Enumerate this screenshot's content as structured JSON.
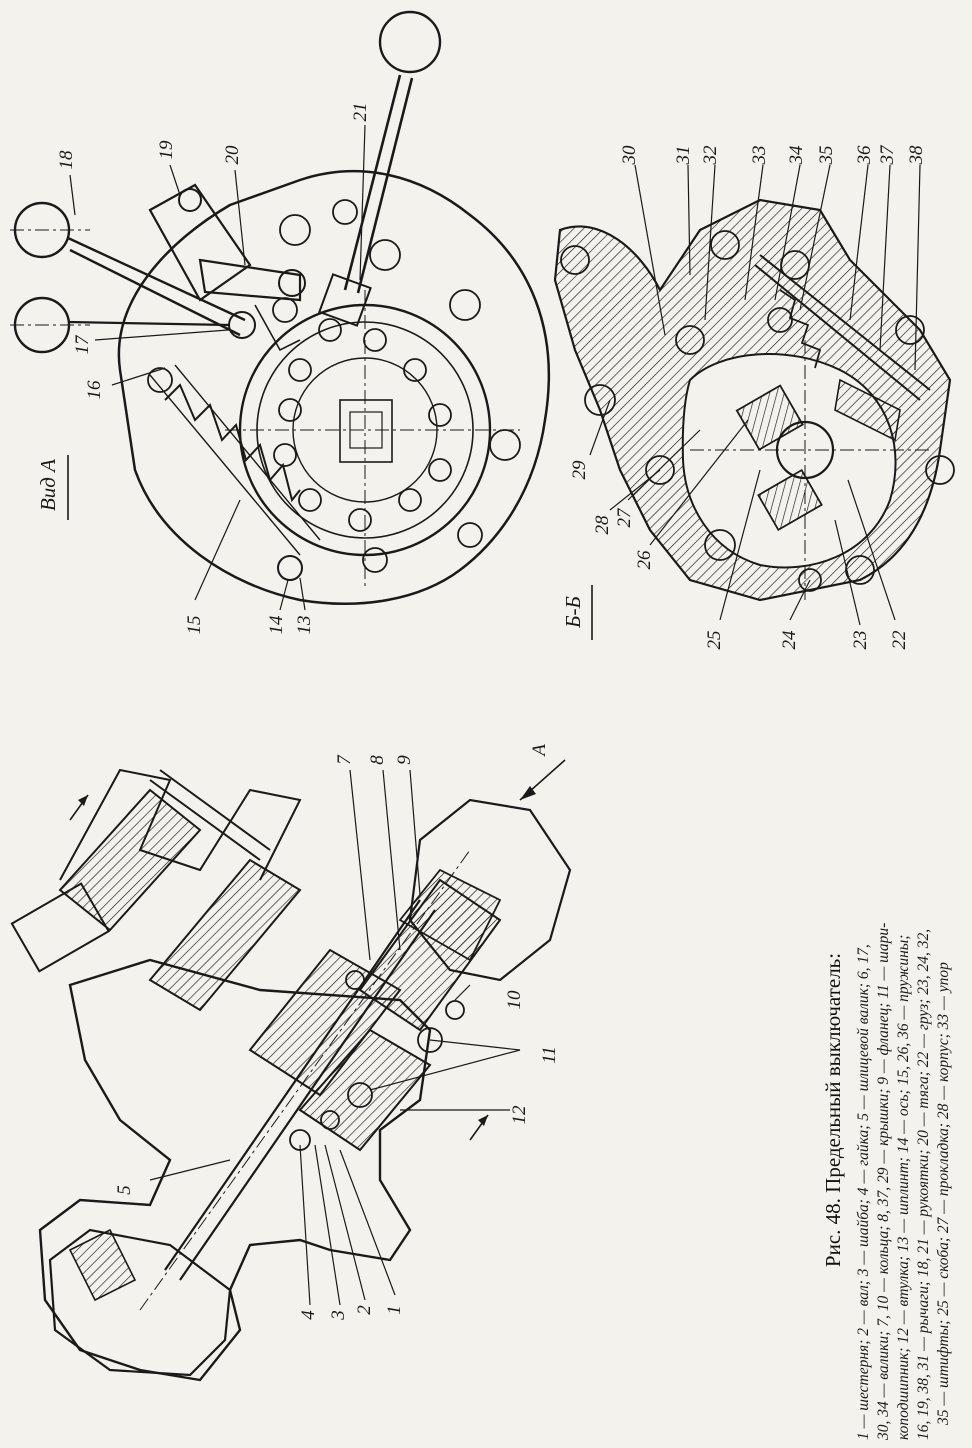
{
  "views": {
    "view_a": "Вид А",
    "section_bb": "Б-Б"
  },
  "markers": {
    "arrow_a": "А"
  },
  "labels_view_a": [
    "13",
    "14",
    "15",
    "16",
    "17",
    "18",
    "19",
    "20",
    "21"
  ],
  "labels_section_bb": [
    "22",
    "23",
    "24",
    "25",
    "26",
    "27",
    "28",
    "29",
    "30",
    "31",
    "32",
    "33",
    "34",
    "35",
    "36",
    "37",
    "38"
  ],
  "labels_main": [
    "1",
    "2",
    "3",
    "4",
    "5",
    "7",
    "8",
    "9",
    "10",
    "11",
    "12"
  ],
  "caption": {
    "title": "Рис. 48. Предельный выключатель:",
    "lines": [
      "1 — шестерня; 2 — вал; 3 — шайба; 4 — гайка; 5 — шлицевой валик; 6, 17,",
      "30, 34 — валики; 7, 10 — кольца; 8, 37, 29 — крышки; 9 — фланец; 11 — шари-",
      "коподшипник; 12 — втулка; 13 — шплинт; 14 — ось; 15, 26, 36 — пружины;",
      "16, 19, 38, 31 — рычаги; 18, 21 — рукоятки; 20 — тяга; 22 — груз; 23, 24, 32,",
      "35 — штифты; 25 — скоба; 27 — прокладка; 28 — корпус; 33 — упор"
    ]
  }
}
